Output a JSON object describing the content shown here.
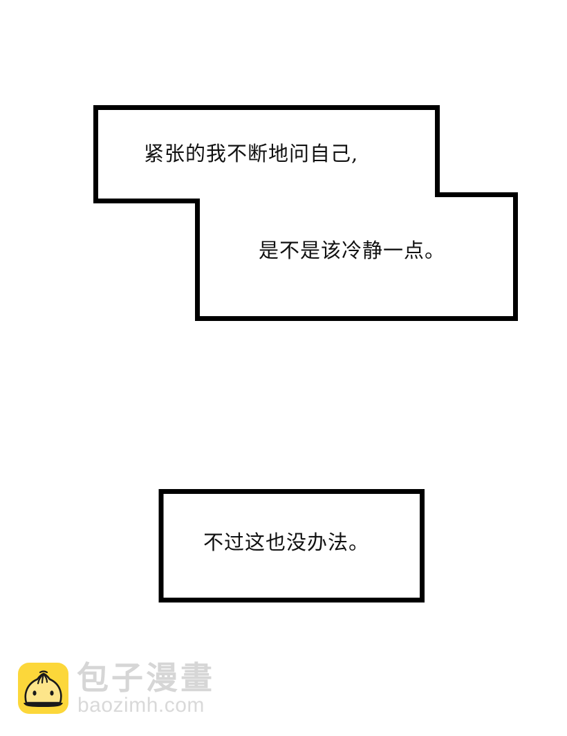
{
  "panels": [
    {
      "id": "stepped-caption-box",
      "shape": "stepped-polygon",
      "lines": [
        "紧张的我不断地问自己,",
        "是不是该冷静一点。"
      ]
    },
    {
      "id": "rect-caption-box",
      "shape": "rectangle",
      "lines": [
        "不过这也没办法。"
      ]
    }
  ],
  "watermark": {
    "title": "包子漫畫",
    "url": "baozimh.com",
    "logo_icon": "steamed-bun-icon",
    "logo_color": "#fcd73a",
    "text_color": "#d6d6d6"
  },
  "colors": {
    "background": "#ffffff",
    "border": "#000000",
    "text": "#111111"
  }
}
